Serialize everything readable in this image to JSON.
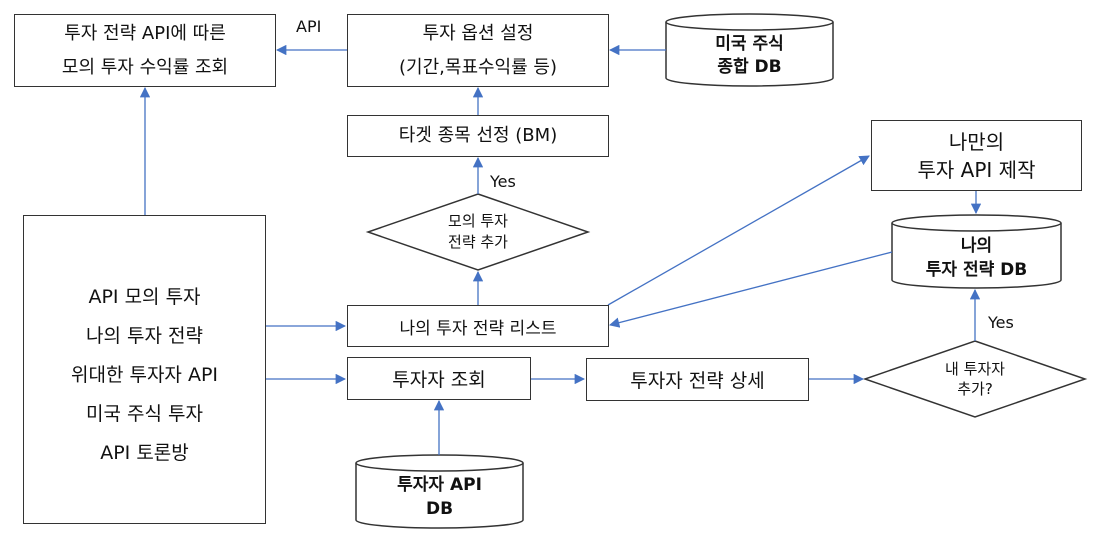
{
  "diagram": {
    "nodes": {
      "mock_return_view": {
        "lines": [
          "투자 전략 API에 따른",
          "모의 투자 수익률 조회"
        ]
      },
      "invest_options": {
        "lines": [
          "투자 옵션 설정",
          "(기간,목표수익률 등)"
        ]
      },
      "us_stock_db": {
        "lines": [
          "미국 주식",
          "종합 DB"
        ]
      },
      "target_select": {
        "lines": [
          "타겟 종목 선정 (BM)"
        ]
      },
      "add_mock_strategy": {
        "lines": [
          "모의 투자",
          "전략 추가"
        ]
      },
      "make_my_api": {
        "lines": [
          "나만의",
          "투자 API 제작"
        ]
      },
      "my_strategy_db": {
        "lines": [
          "나의",
          "투자 전략 DB"
        ]
      },
      "main_menu": {
        "items": [
          "API 모의 투자",
          "나의 투자 전략",
          "위대한 투자자 API",
          "미국 주식 투자",
          "API 토론방"
        ]
      },
      "my_strategy_list": {
        "lines": [
          "나의 투자 전략 리스트"
        ]
      },
      "investor_lookup": {
        "lines": [
          "투자자 조회"
        ]
      },
      "investor_strategy_detail": {
        "lines": [
          "투자자 전략 상세"
        ]
      },
      "add_my_investor": {
        "lines": [
          "내 투자자",
          "추가?"
        ]
      },
      "investor_api_db": {
        "lines": [
          "투자자 API",
          "DB"
        ]
      }
    },
    "edge_labels": {
      "api": "API",
      "yes_mock": "Yes",
      "yes_investor": "Yes"
    },
    "colors": {
      "arrow": "#4472C4",
      "border": "#333333"
    }
  }
}
